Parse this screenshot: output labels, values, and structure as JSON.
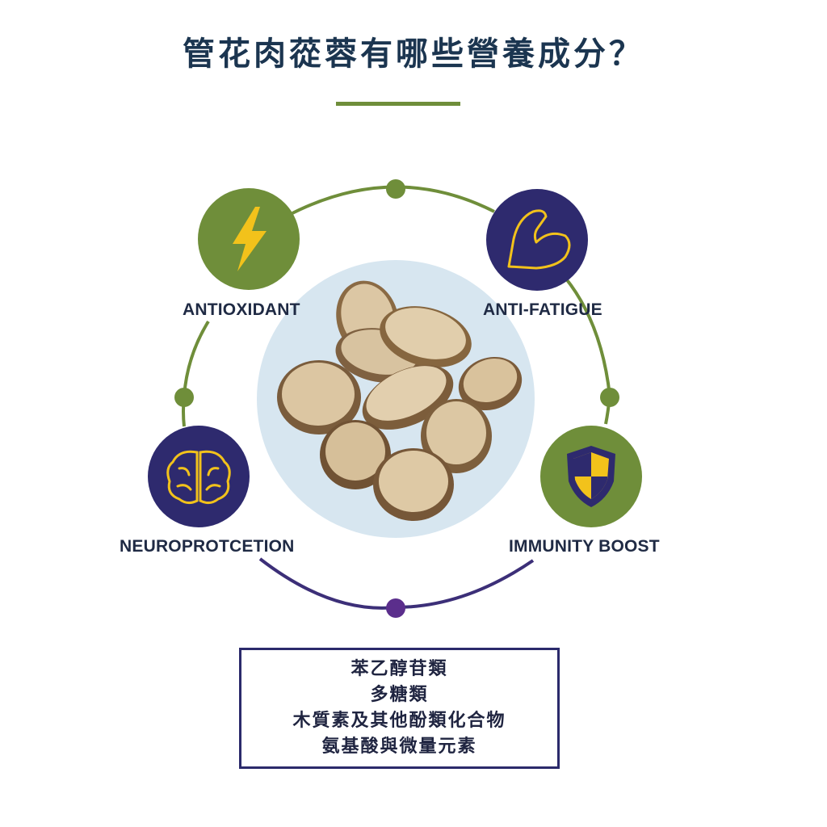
{
  "title": "管花肉蓯蓉有哪些營養成分？",
  "colors": {
    "title": "#1b3550",
    "accent_green": "#6f8e3a",
    "accent_purple": "#2e2a6e",
    "icon_yellow": "#f2c21b",
    "center_bg": "#d7e6f0"
  },
  "benefits": [
    {
      "label": "ANTIOXIDANT",
      "icon": "lightning-bolt-icon"
    },
    {
      "label": "ANTI-FATIGUE",
      "icon": "flexed-arm-icon"
    },
    {
      "label": "NEUROPROTCETION",
      "icon": "brain-icon"
    },
    {
      "label": "IMMUNITY BOOST",
      "icon": "shield-icon"
    }
  ],
  "center_image": "dried-herb-slices",
  "ingredients": [
    "苯乙醇苷類",
    "多糖類",
    "木質素及其他酚類化合物",
    "氨基酸與微量元素"
  ]
}
